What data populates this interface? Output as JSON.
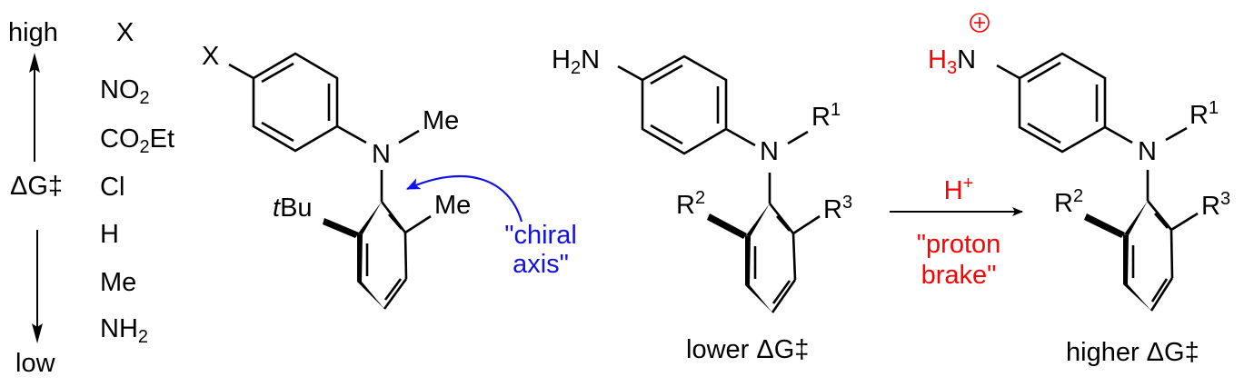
{
  "scale": {
    "top_label": "high",
    "bottom_label": "low",
    "axis_label": "ΔG‡",
    "substituent_header": "X",
    "substituents": [
      {
        "base": "NO",
        "sub": "2",
        "tail": ""
      },
      {
        "base": "CO",
        "sub": "2",
        "tail": "Et"
      },
      {
        "base": "Cl",
        "sub": "",
        "tail": ""
      },
      {
        "base": "H",
        "sub": "",
        "tail": ""
      },
      {
        "base": "Me",
        "sub": "",
        "tail": ""
      },
      {
        "base": "NH",
        "sub": "2",
        "tail": ""
      }
    ]
  },
  "molecule1": {
    "para_substituent": "X",
    "n_label": "N",
    "n_substituent": "Me",
    "ortho_left": {
      "italic": "t",
      "rest": "Bu"
    },
    "ortho_right": "Me",
    "annotation_line1": "\"chiral",
    "annotation_line2": "axis\"",
    "annotation_color": "#1010e8"
  },
  "molecule2": {
    "para_substituent": {
      "h": "H",
      "sub": "2",
      "n": "N"
    },
    "n_label": "N",
    "r1": {
      "base": "R",
      "sup": "1"
    },
    "r2": {
      "base": "R",
      "sup": "2"
    },
    "r3": {
      "base": "R",
      "sup": "3"
    },
    "caption": "lower ΔG‡"
  },
  "reaction": {
    "reagent": {
      "base": "H",
      "sup": "+"
    },
    "label_line1": "\"proton",
    "label_line2": "brake\"",
    "color": "#ff0000"
  },
  "molecule3": {
    "para_substituent": {
      "h": "H",
      "sub": "3",
      "n": "N",
      "charge": "+"
    },
    "n_label": "N",
    "r1": {
      "base": "R",
      "sup": "1"
    },
    "r2": {
      "base": "R",
      "sup": "2"
    },
    "r3": {
      "base": "R",
      "sup": "3"
    },
    "caption": "higher ΔG‡"
  }
}
